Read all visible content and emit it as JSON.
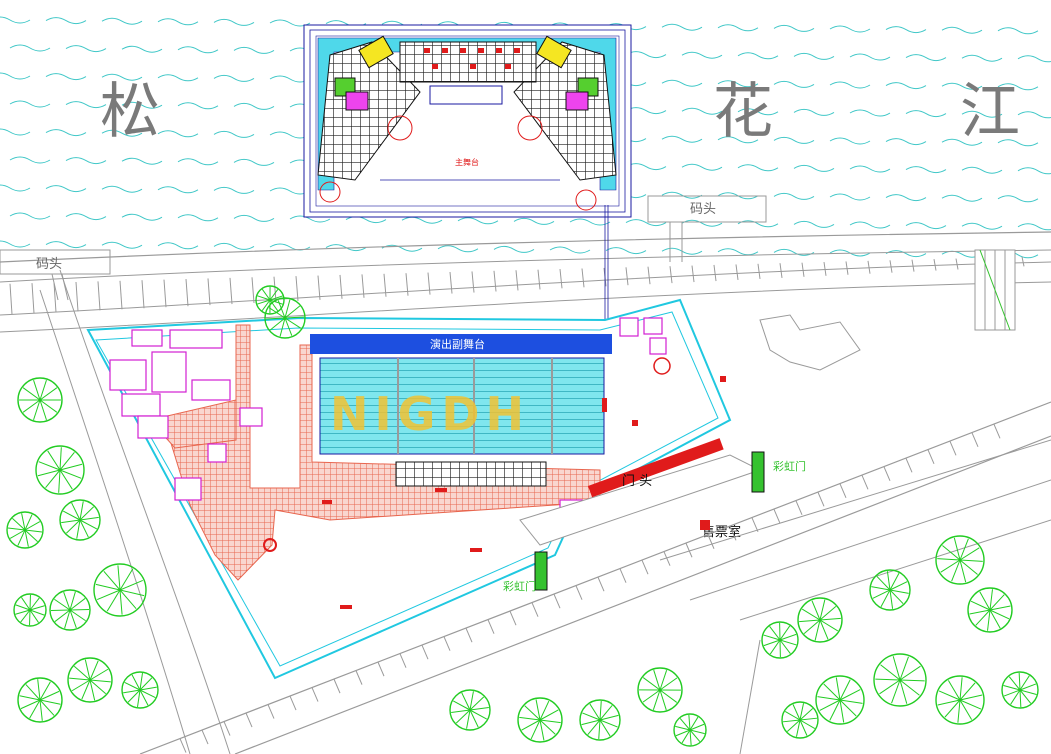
{
  "river": {
    "chars": [
      "松",
      "花",
      "江"
    ]
  },
  "labels": {
    "pier": "码头",
    "stage_bar": "演出副舞台",
    "gate_head": "门 头",
    "ticket_office": "售票室",
    "rainbow_gate": "彩虹门",
    "main_stage": "主舞台"
  },
  "colors": {
    "water_line": "#3fc7c7",
    "stage_blue": "#1d4fe0",
    "seating": "#6fe3ea",
    "brick": "#e8664f",
    "tree": "#22cc22",
    "gate_red": "#e01b1b",
    "gate_green": "#35c22f",
    "fence": "#20c8e0",
    "magenta": "#d21fd2",
    "road": "#9a9a9a"
  }
}
